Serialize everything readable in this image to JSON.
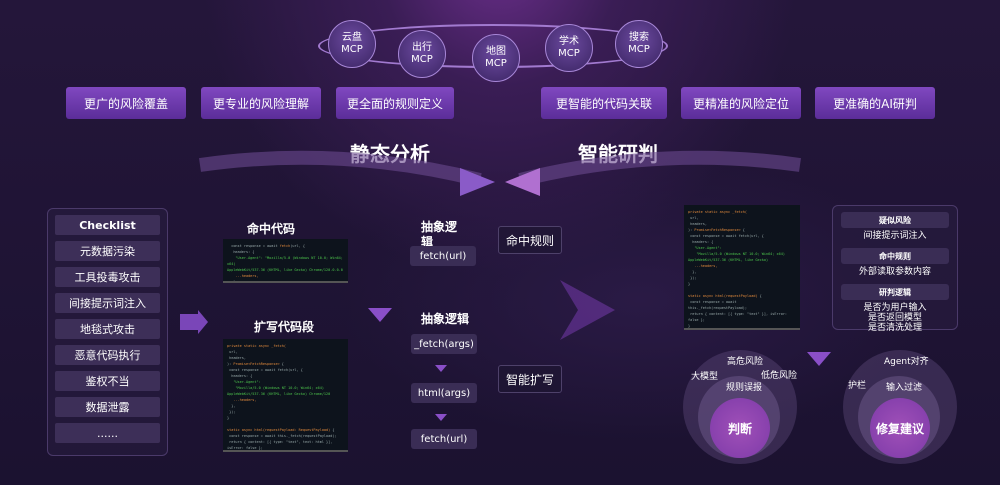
{
  "mcp": [
    "云盘\nMCP",
    "出行\nMCP",
    "地图\nMCP",
    "学术\nMCP",
    "搜索\nMCP"
  ],
  "pills_left": [
    "更广的风险覆盖",
    "更专业的风险理解",
    "更全面的规则定义"
  ],
  "pills_right": [
    "更智能的代码关联",
    "更精准的风险定位",
    "更准确的AI研判"
  ],
  "static_analysis": "静态分析",
  "smart_judge": "智能研判",
  "checklist": [
    "Checklist",
    "元数据污染",
    "工具投毒攻击",
    "间接提示词注入",
    "地毯式攻击",
    "恶意代码执行",
    "鉴权不当",
    "数据泄露",
    "......"
  ],
  "hit_code": "命中代码",
  "expand_code": "扩写代码段",
  "abstract_logic_1": "抽象逻\n辑",
  "abstract_logic_2": "抽象逻辑",
  "fn_top": "fetch(url)",
  "fn_chain": [
    "_fetch(args)",
    "html(args)",
    "fetch(url)"
  ],
  "hit_rule": "命中规则",
  "smart_expand": "智能扩写",
  "result_panel": [
    {
      "head": "疑似风险",
      "text": "间接提示词注入"
    },
    {
      "head": "命中规则",
      "text": "外部读取参数内容"
    },
    {
      "head": "研判逻辑",
      "text": "是否为用户输入\n是否返回模型\n是否清洗处理"
    }
  ],
  "judge_circle": {
    "outer_left": "大模型",
    "outer_top": "高危风险",
    "outer_right": "低危风险",
    "middle": "规则误报",
    "center": "判断"
  },
  "fix_circle": {
    "outer_top": "Agent对齐",
    "outer_left": "护栏",
    "middle": "输入过滤",
    "center": "修复建议"
  }
}
